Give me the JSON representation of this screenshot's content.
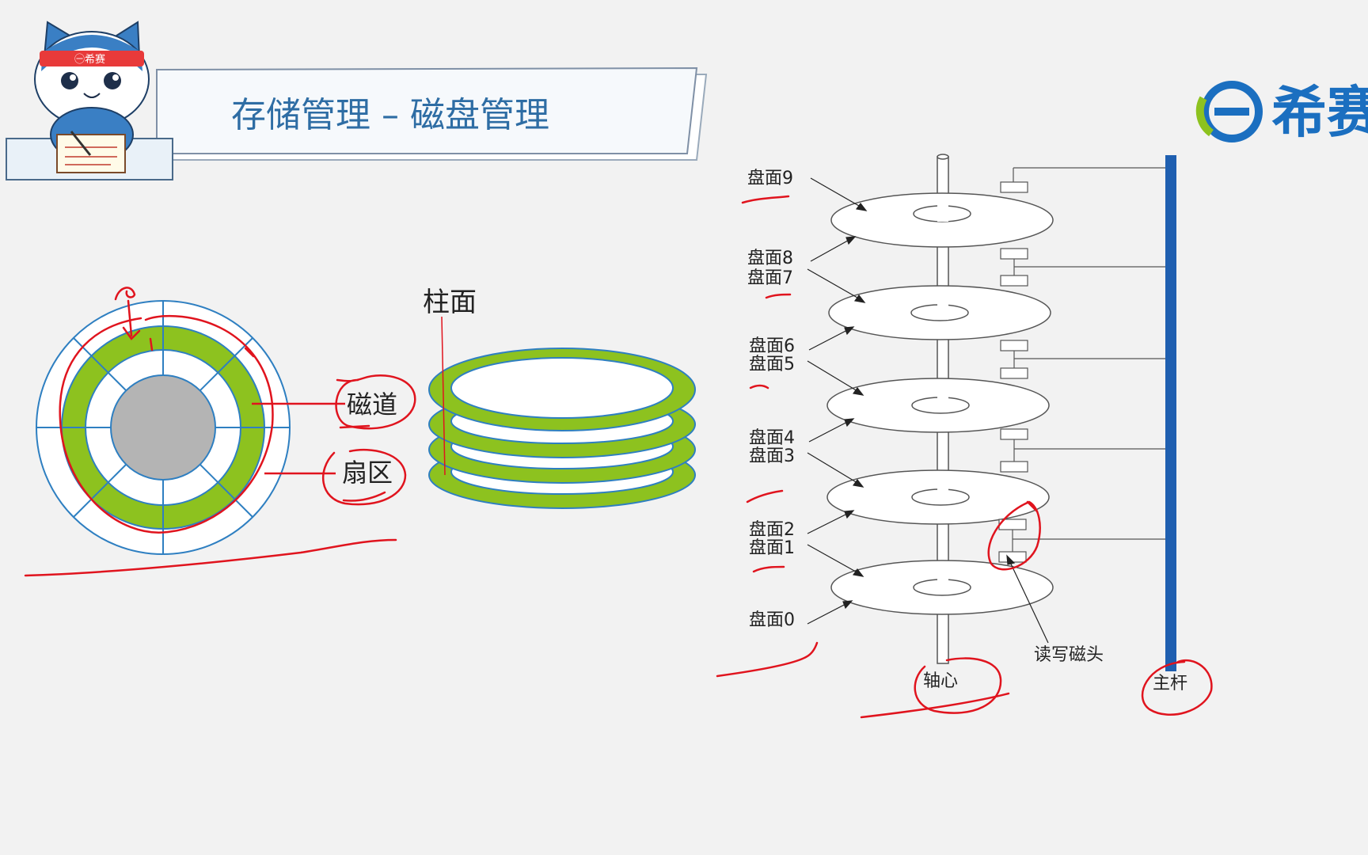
{
  "header": {
    "title": "存储管理 – 磁盘管理",
    "mascot_badge": "㊀希赛",
    "brand_icon": "e-logo-icon",
    "brand_text": "希赛"
  },
  "disk_surface": {
    "track_label": "磁道",
    "sector_label": "扇区"
  },
  "cylinder": {
    "label": "柱面"
  },
  "disk_stack": {
    "surfaces": [
      "盘面9",
      "盘面8",
      "盘面7",
      "盘面6",
      "盘面5",
      "盘面4",
      "盘面3",
      "盘面2",
      "盘面1",
      "盘面0"
    ],
    "head_label": "读写磁头",
    "spindle_label": "轴心",
    "arm_label": "主杆"
  },
  "colors": {
    "title_blue": "#2e6da4",
    "track_green": "#8dc21f",
    "diagram_line": "#2e7fc1",
    "arm_blue": "#1f5fb0",
    "annotation_red": "#e0141e",
    "hub_gray": "#b4b4b4"
  }
}
